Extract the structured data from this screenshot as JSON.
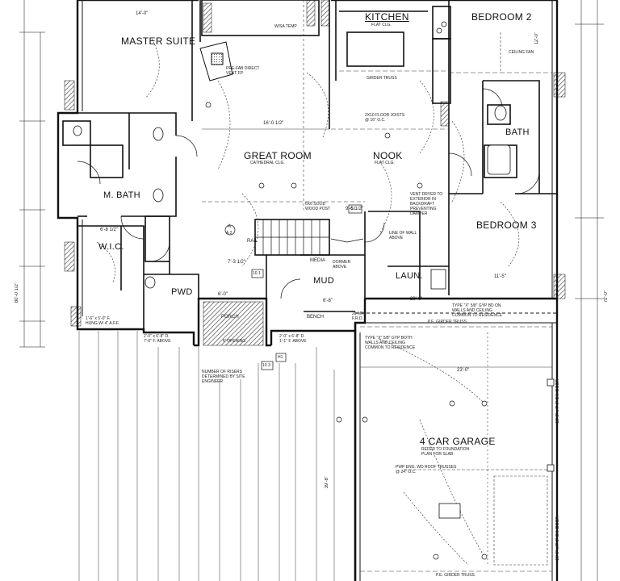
{
  "rooms": {
    "kitchen": "KITCHEN",
    "kitchen_ceiling": "FLAT CLG.",
    "bedroom2": "BEDROOM 2",
    "master_suite": "MASTER SUITE",
    "great_room": "GREAT ROOM",
    "great_room_ceiling": "CATHEDRAL CLG.",
    "nook": "NOOK",
    "nook_ceiling": "FLAT CLG.",
    "bath": "BATH",
    "m_bath": "M. BATH",
    "bedroom3": "BEDROOM 3",
    "wic": "W.I.C.",
    "pwd": "PWD",
    "mud": "MUD",
    "laun": "LAUN.",
    "media": "MEDIA",
    "bench": "BENCH",
    "porch": "PORCH",
    "garage": "4 CAR GARAGE",
    "garage_note": "REFER TO FOUNDATION\nPLAN FOR SLAB"
  },
  "notes": {
    "fireplace": "PRE-FAB DIRECT\nVENT FP",
    "girder_truss": "GIRDER TRUSS",
    "floor_joists": "2X10 FLOOR JOISTS\n@ 16\" O.C.",
    "solid_post": "6X6 SOLID\nWOOD POST",
    "vent_dryer": "VENT DRYER TO\nEXTERIOR IN\nBACKDRAFT\nPREVENTING\nDAMPER",
    "line_of_wall": "LINE OF WALL\nABOVE",
    "dormer": "DORMER\nABOVE",
    "rail": "RAIL",
    "type_x_1": "TYPE \"X\" 5/8\" GYP BD ON\nWALLS AND CEILING\nCOMMON TO RESIDENCE",
    "type_x_2": "TYPE \"X\" 5/8\" GYP BOTH\nWALLS AND CEILING\nCOMMON TO RESIDENCE",
    "pe_girder_1": "P.E. GIRDER TRUSS",
    "pe_girder_2": "P.E. GIRDER TRUSS",
    "risers": "NUMBER OF RISERS\nDETERMINED BY SITE\nENGINEER",
    "opening": "6' OPENING",
    "min_fire": "20 MIN.\nF.R.D.",
    "pwp": "PWP ENG. WD ROOF TRUSSES\n@ 24\" O.C.",
    "header1": "2'-0\" x 6'-8\" D.\n7'-0\" F. ABOVE",
    "header2": "2'-0\" x 6'-8\" D.\n1'-1\" F. ABOVE",
    "header3": "1'-6\" x 5'-0\" F.\nHUNG W/ 4\" A.F.F.",
    "door_label": "16'-0\" x 7'-0\" OH. DOOR",
    "door_label2": "16'-0\" x 7'-0\" OH. DOOR",
    "ceiling_fan": "CEILING FAN",
    "whsk": "W/SA TEMP"
  },
  "dimensions": {
    "top_master": "14'-0\"",
    "great_width": "16'-0 1/2\"",
    "garage_width": "23'-0\"",
    "garage_depth": "39'-8\"",
    "left_total": "80'-0 1/2\"",
    "right_total": "70'-0\"",
    "laun_dim": "20'-6\"",
    "stair_dim": "7'-3 1/2\"",
    "hall_dim": "6'-0\"",
    "mud_dim": "6'-8\"",
    "nook_dim": "9'-5 1/2\"",
    "bed3_dim": "11'-5\"",
    "bed2_dim": "12'-0\"",
    "wic_dim": "6'-8 1/2\""
  },
  "tags": {
    "a1": "A",
    "a2": "A.2",
    "t1": "10.1",
    "t2": "10.3",
    "t3": "H1",
    "t4": "6.1"
  }
}
